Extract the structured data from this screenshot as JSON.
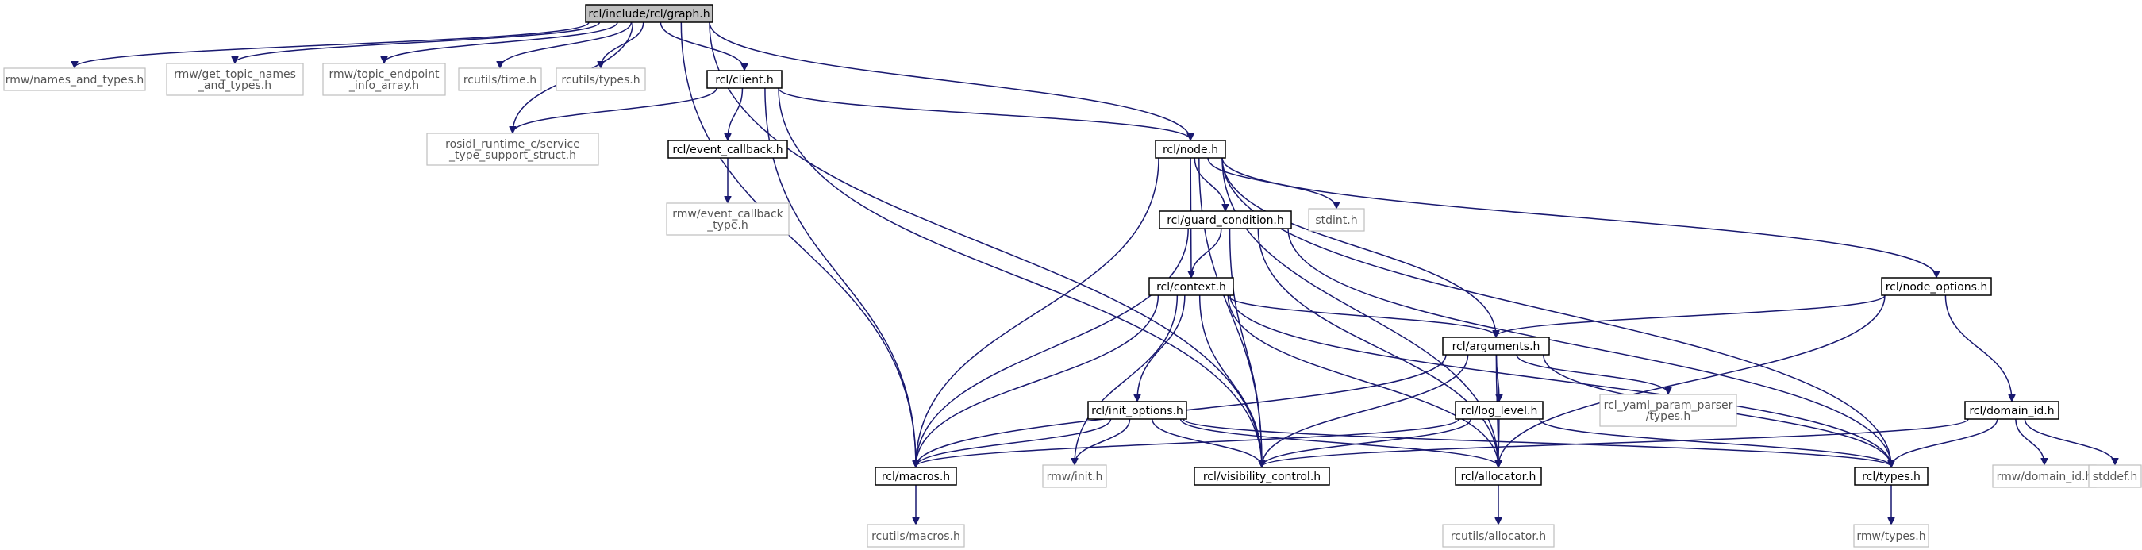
{
  "graph": {
    "root": "rcl/include/rcl/graph.h",
    "nodes": [
      {
        "id": "graph_h",
        "label": [
          "rcl/include/rcl/graph.h"
        ],
        "kind": "root"
      },
      {
        "id": "rmw_names_and_types",
        "label": [
          "rmw/names_and_types.h"
        ],
        "kind": "external"
      },
      {
        "id": "rmw_get_topic_names",
        "label": [
          "rmw/get_topic_names",
          "_and_types.h"
        ],
        "kind": "external"
      },
      {
        "id": "rmw_topic_endpoint",
        "label": [
          "rmw/topic_endpoint",
          "_info_array.h"
        ],
        "kind": "external"
      },
      {
        "id": "rcutils_time",
        "label": [
          "rcutils/time.h"
        ],
        "kind": "external"
      },
      {
        "id": "rcutils_types",
        "label": [
          "rcutils/types.h"
        ],
        "kind": "external"
      },
      {
        "id": "client_h",
        "label": [
          "rcl/client.h"
        ],
        "kind": "internal"
      },
      {
        "id": "rosidl_service",
        "label": [
          "rosidl_runtime_c/service",
          "_type_support_struct.h"
        ],
        "kind": "external"
      },
      {
        "id": "event_callback_h",
        "label": [
          "rcl/event_callback.h"
        ],
        "kind": "internal"
      },
      {
        "id": "rmw_event_callback",
        "label": [
          "rmw/event_callback",
          "_type.h"
        ],
        "kind": "external"
      },
      {
        "id": "node_h",
        "label": [
          "rcl/node.h"
        ],
        "kind": "internal"
      },
      {
        "id": "guard_condition_h",
        "label": [
          "rcl/guard_condition.h"
        ],
        "kind": "internal"
      },
      {
        "id": "stdint_h",
        "label": [
          "stdint.h"
        ],
        "kind": "external"
      },
      {
        "id": "context_h",
        "label": [
          "rcl/context.h"
        ],
        "kind": "internal"
      },
      {
        "id": "node_options_h",
        "label": [
          "rcl/node_options.h"
        ],
        "kind": "internal"
      },
      {
        "id": "arguments_h",
        "label": [
          "rcl/arguments.h"
        ],
        "kind": "internal"
      },
      {
        "id": "init_options_h",
        "label": [
          "rcl/init_options.h"
        ],
        "kind": "internal"
      },
      {
        "id": "log_level_h",
        "label": [
          "rcl/log_level.h"
        ],
        "kind": "internal"
      },
      {
        "id": "rcl_yaml",
        "label": [
          "rcl_yaml_param_parser",
          "/types.h"
        ],
        "kind": "external"
      },
      {
        "id": "domain_id_h",
        "label": [
          "rcl/domain_id.h"
        ],
        "kind": "internal"
      },
      {
        "id": "macros_h",
        "label": [
          "rcl/macros.h"
        ],
        "kind": "internal"
      },
      {
        "id": "rmw_init",
        "label": [
          "rmw/init.h"
        ],
        "kind": "external"
      },
      {
        "id": "visibility_control_h",
        "label": [
          "rcl/visibility_control.h"
        ],
        "kind": "internal"
      },
      {
        "id": "allocator_h",
        "label": [
          "rcl/allocator.h"
        ],
        "kind": "internal"
      },
      {
        "id": "types_h",
        "label": [
          "rcl/types.h"
        ],
        "kind": "internal"
      },
      {
        "id": "rmw_domain_id",
        "label": [
          "rmw/domain_id.h"
        ],
        "kind": "external"
      },
      {
        "id": "stddef_h",
        "label": [
          "stddef.h"
        ],
        "kind": "external"
      },
      {
        "id": "rcutils_macros",
        "label": [
          "rcutils/macros.h"
        ],
        "kind": "external"
      },
      {
        "id": "rcutils_allocator",
        "label": [
          "rcutils/allocator.h"
        ],
        "kind": "external"
      },
      {
        "id": "rmw_types",
        "label": [
          "rmw/types.h"
        ],
        "kind": "external"
      }
    ],
    "edges": [
      [
        "graph_h",
        "rmw_names_and_types"
      ],
      [
        "graph_h",
        "rmw_get_topic_names"
      ],
      [
        "graph_h",
        "rmw_topic_endpoint"
      ],
      [
        "graph_h",
        "rcutils_time"
      ],
      [
        "graph_h",
        "rcutils_types"
      ],
      [
        "graph_h",
        "client_h"
      ],
      [
        "graph_h",
        "rosidl_service"
      ],
      [
        "graph_h",
        "node_h"
      ],
      [
        "graph_h",
        "macros_h"
      ],
      [
        "graph_h",
        "visibility_control_h"
      ],
      [
        "client_h",
        "rosidl_service"
      ],
      [
        "client_h",
        "event_callback_h"
      ],
      [
        "client_h",
        "node_h"
      ],
      [
        "client_h",
        "macros_h"
      ],
      [
        "client_h",
        "visibility_control_h"
      ],
      [
        "event_callback_h",
        "rmw_event_callback"
      ],
      [
        "node_h",
        "guard_condition_h"
      ],
      [
        "node_h",
        "stdint_h"
      ],
      [
        "node_h",
        "context_h"
      ],
      [
        "node_h",
        "node_options_h"
      ],
      [
        "node_h",
        "arguments_h"
      ],
      [
        "node_h",
        "macros_h"
      ],
      [
        "node_h",
        "visibility_control_h"
      ],
      [
        "node_h",
        "allocator_h"
      ],
      [
        "node_h",
        "types_h"
      ],
      [
        "guard_condition_h",
        "context_h"
      ],
      [
        "guard_condition_h",
        "macros_h"
      ],
      [
        "guard_condition_h",
        "visibility_control_h"
      ],
      [
        "guard_condition_h",
        "allocator_h"
      ],
      [
        "guard_condition_h",
        "types_h"
      ],
      [
        "context_h",
        "arguments_h"
      ],
      [
        "context_h",
        "init_options_h"
      ],
      [
        "context_h",
        "macros_h"
      ],
      [
        "context_h",
        "rmw_init"
      ],
      [
        "context_h",
        "visibility_control_h"
      ],
      [
        "context_h",
        "allocator_h"
      ],
      [
        "context_h",
        "types_h"
      ],
      [
        "node_options_h",
        "arguments_h"
      ],
      [
        "node_options_h",
        "domain_id_h"
      ],
      [
        "node_options_h",
        "allocator_h"
      ],
      [
        "arguments_h",
        "log_level_h"
      ],
      [
        "arguments_h",
        "rcl_yaml"
      ],
      [
        "arguments_h",
        "macros_h"
      ],
      [
        "arguments_h",
        "visibility_control_h"
      ],
      [
        "arguments_h",
        "allocator_h"
      ],
      [
        "arguments_h",
        "types_h"
      ],
      [
        "init_options_h",
        "macros_h"
      ],
      [
        "init_options_h",
        "rmw_init"
      ],
      [
        "init_options_h",
        "visibility_control_h"
      ],
      [
        "init_options_h",
        "allocator_h"
      ],
      [
        "init_options_h",
        "types_h"
      ],
      [
        "log_level_h",
        "macros_h"
      ],
      [
        "log_level_h",
        "visibility_control_h"
      ],
      [
        "log_level_h",
        "allocator_h"
      ],
      [
        "log_level_h",
        "types_h"
      ],
      [
        "domain_id_h",
        "visibility_control_h"
      ],
      [
        "domain_id_h",
        "types_h"
      ],
      [
        "domain_id_h",
        "rmw_domain_id"
      ],
      [
        "domain_id_h",
        "stddef_h"
      ],
      [
        "macros_h",
        "rcutils_macros"
      ],
      [
        "allocator_h",
        "rcutils_allocator"
      ],
      [
        "types_h",
        "rmw_types"
      ]
    ]
  }
}
